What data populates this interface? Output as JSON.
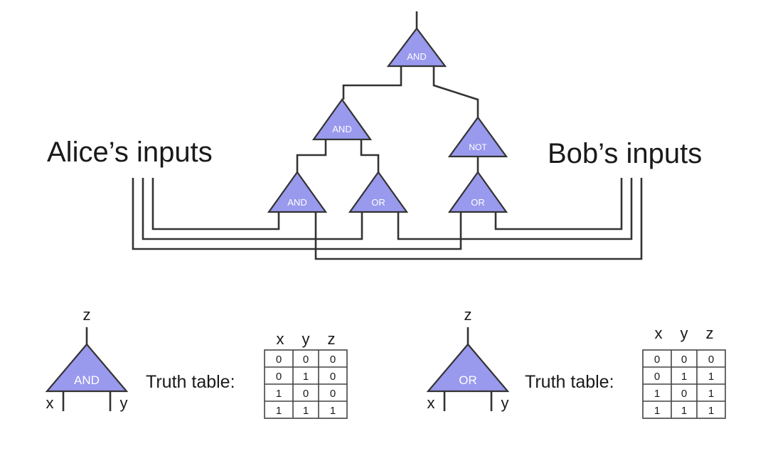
{
  "labels": {
    "alice": "Alice’s inputs",
    "bob": "Bob’s inputs"
  },
  "circuit": {
    "gates": [
      {
        "id": "top",
        "label": "AND"
      },
      {
        "id": "mid-left",
        "label": "AND"
      },
      {
        "id": "mid-right",
        "label": "NOT"
      },
      {
        "id": "bottom-left",
        "label": "AND"
      },
      {
        "id": "bottom-mid",
        "label": "OR"
      },
      {
        "id": "bottom-right",
        "label": "OR"
      }
    ]
  },
  "legend": [
    {
      "gate_label": "AND",
      "output_var": "z",
      "input_left": "x",
      "input_right": "y",
      "table_label": "Truth table:",
      "headers": [
        "x",
        "y",
        "z"
      ],
      "rows": [
        [
          "0",
          "0",
          "0"
        ],
        [
          "0",
          "1",
          "0"
        ],
        [
          "1",
          "0",
          "0"
        ],
        [
          "1",
          "1",
          "1"
        ]
      ]
    },
    {
      "gate_label": "OR",
      "output_var": "z",
      "input_left": "x",
      "input_right": "y",
      "table_label": "Truth table:",
      "headers": [
        "x",
        "y",
        "z"
      ],
      "rows": [
        [
          "0",
          "0",
          "0"
        ],
        [
          "0",
          "1",
          "1"
        ],
        [
          "1",
          "0",
          "1"
        ],
        [
          "1",
          "1",
          "1"
        ]
      ]
    }
  ],
  "colors": {
    "gate_fill": "#9999ee",
    "wire": "#333333"
  }
}
